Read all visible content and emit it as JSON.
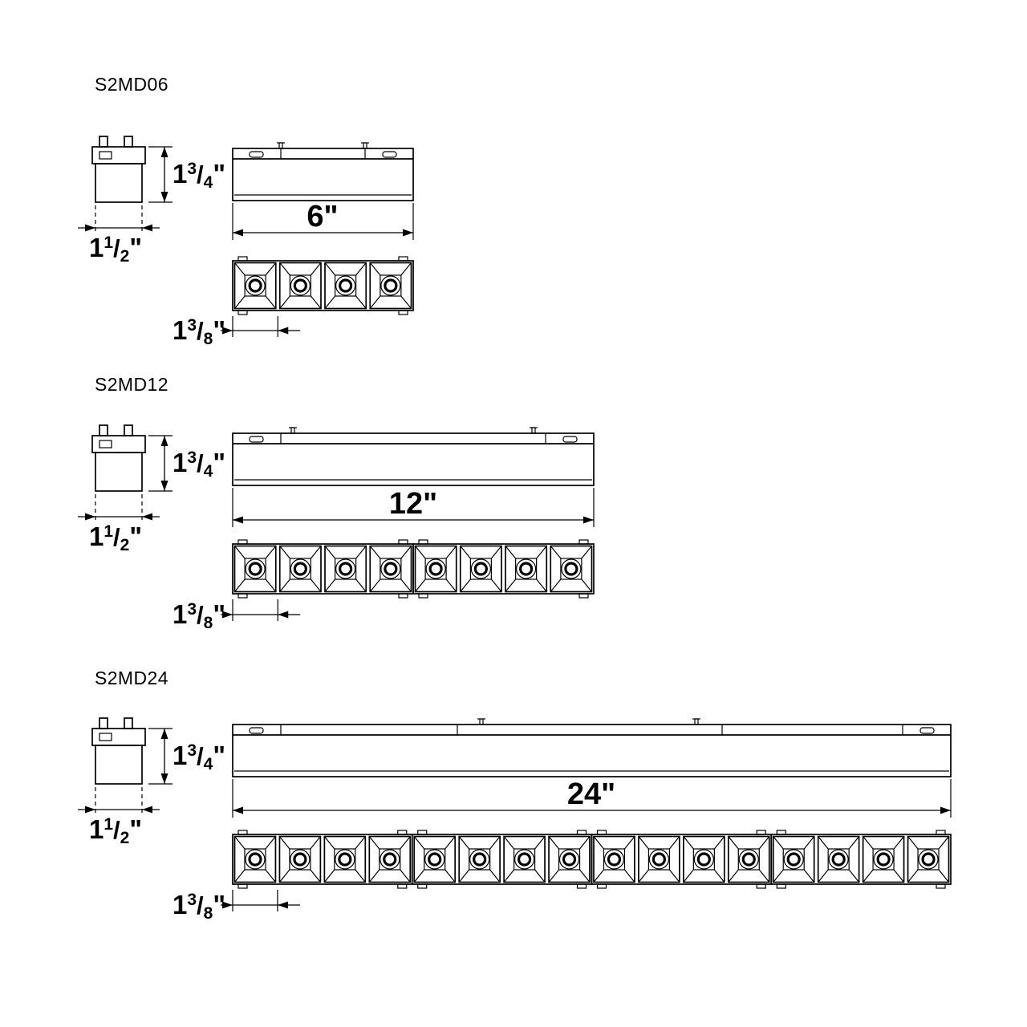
{
  "page": {
    "background": "#ffffff",
    "ink": "#000000"
  },
  "models": [
    {
      "label": "S2MD06",
      "length_label": "6\"",
      "cells": 4,
      "modules": 1
    },
    {
      "label": "S2MD12",
      "length_label": "12\"",
      "cells": 8,
      "modules": 2
    },
    {
      "label": "S2MD24",
      "length_label": "24\"",
      "cells": 16,
      "modules": 4
    }
  ],
  "dimensions": {
    "height": {
      "whole": "1",
      "numerator": "3",
      "denominator": "4",
      "unit": "\""
    },
    "end_width": {
      "whole": "1",
      "numerator": "1",
      "denominator": "2",
      "unit": "\""
    },
    "cell_pitch": {
      "whole": "1",
      "numerator": "3",
      "denominator": "8",
      "unit": "\""
    }
  }
}
